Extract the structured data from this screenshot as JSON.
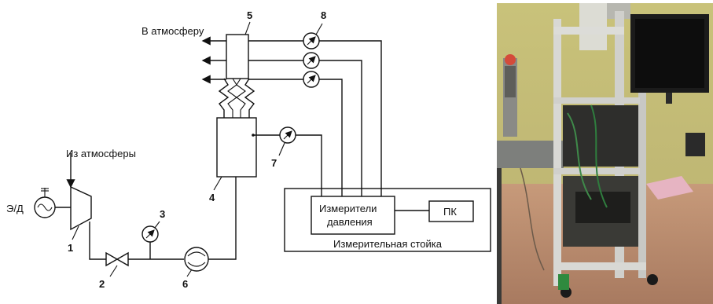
{
  "diagram": {
    "labels": {
      "to_atmosphere": "В атмосферу",
      "from_atmosphere": "Из атмосферы",
      "motor": "Э/Д",
      "meters_line1": "Измерители",
      "meters_line2": "давления",
      "pc": "ПК",
      "rack": "Измерительная стойка"
    },
    "numbers": {
      "n1": "1",
      "n2": "2",
      "n3": "3",
      "n4": "4",
      "n5": "5",
      "n6": "6",
      "n7": "7",
      "n8": "8"
    }
  },
  "photo": {
    "subject": "measurement rack with monitor and cabling in a lab"
  }
}
